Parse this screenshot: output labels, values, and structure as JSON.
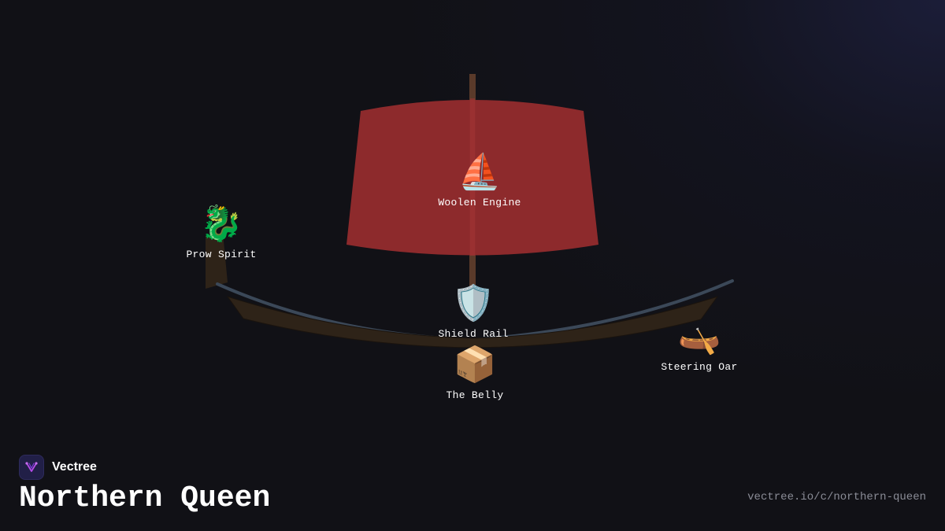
{
  "diagram": {
    "nodes": [
      {
        "id": "woolen-engine",
        "label": "Woolen Engine",
        "icon": "sailboat-icon",
        "glyph": "⛵"
      },
      {
        "id": "prow-spirit",
        "label": "Prow Spirit",
        "icon": "dragon-icon",
        "glyph": "🐉"
      },
      {
        "id": "shield-rail",
        "label": "Shield Rail",
        "icon": "shield-icon",
        "glyph": "🛡️"
      },
      {
        "id": "the-belly",
        "label": "The Belly",
        "icon": "package-icon",
        "glyph": "📦"
      },
      {
        "id": "steering-oar",
        "label": "Steering Oar",
        "icon": "canoe-icon",
        "glyph": "🛶"
      }
    ],
    "colors": {
      "sail": "#922b2d",
      "mast": "#5a3a2a",
      "hull": "#2e2318",
      "rail": "#3b4858"
    }
  },
  "brand": {
    "name": "Vectree",
    "logo_icon": "vectree-logo-icon"
  },
  "title": "Northern Queen",
  "share_url": "vectree.io/c/northern-queen"
}
